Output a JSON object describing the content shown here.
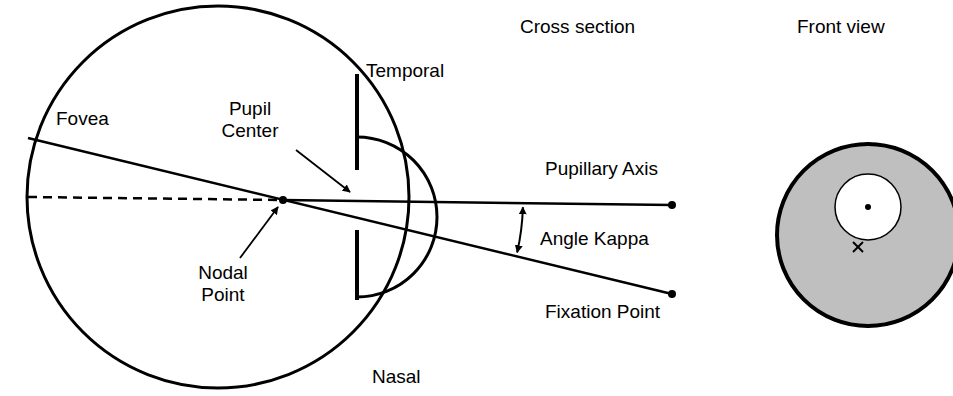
{
  "diagram": {
    "labels": [
      "Cross section",
      "Front view",
      "Temporal",
      "Fovea",
      "Pupil Center",
      "Pupillary Axis",
      "Angle Kappa",
      "Nodal Point",
      "Fixation Point",
      "Nasal"
    ]
  }
}
